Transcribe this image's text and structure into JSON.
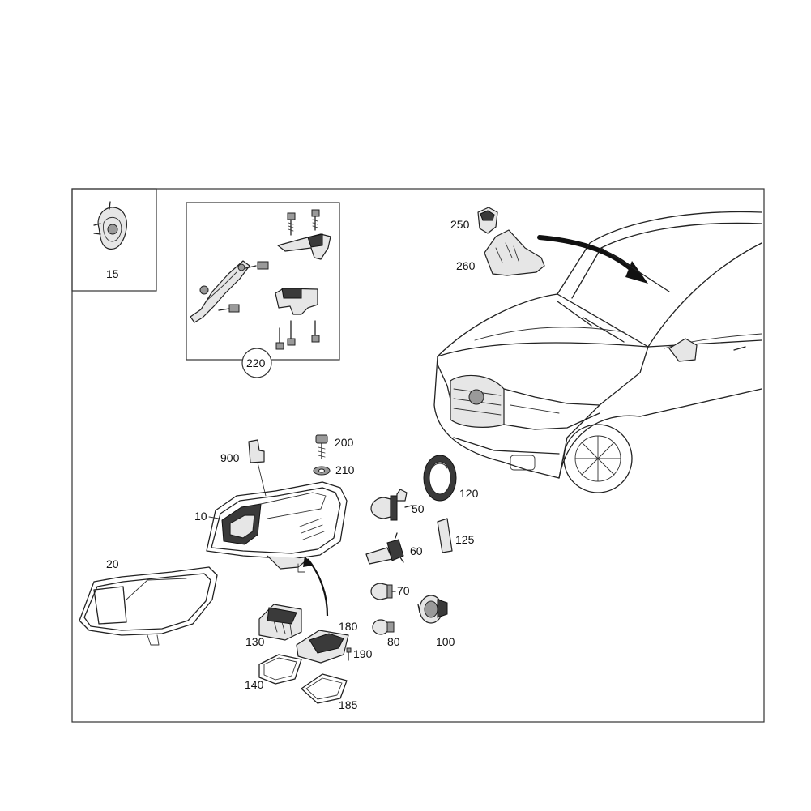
{
  "labels": {
    "p15": "15",
    "p220": "220",
    "p250": "250",
    "p260": "260",
    "p900": "900",
    "p200": "200",
    "p210": "210",
    "p10": "10",
    "p50": "50",
    "p120": "120",
    "p125": "125",
    "p60": "60",
    "p20": "20",
    "p70": "70",
    "p180": "180",
    "p130": "130",
    "p190": "190",
    "p80": "80",
    "p100": "100",
    "p140": "140",
    "p185": "185"
  }
}
